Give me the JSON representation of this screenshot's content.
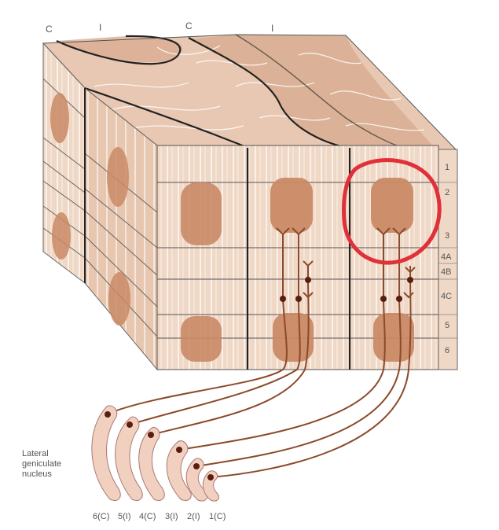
{
  "column_labels": [
    "C",
    "I",
    "C",
    "I"
  ],
  "layer_labels": [
    "1",
    "2",
    "3",
    "4A",
    "4B",
    "4C",
    "5",
    "6"
  ],
  "lgn_caption": [
    "Lateral",
    "geniculate",
    "nucleus"
  ],
  "lgn_layer_labels": [
    "6(C)",
    "5(I)",
    "4(C)",
    "3(I)",
    "2(I)",
    "1(C)"
  ],
  "colors": {
    "tissue_light": "#f0d8c6",
    "tissue_mid": "#e6c2a8",
    "blob": "#c98a66",
    "axon": "#8b4a2b",
    "cell_body": "#5a1e10",
    "highlight_circle": "#e0303a",
    "lgn_fill": "#f2d0bf"
  }
}
